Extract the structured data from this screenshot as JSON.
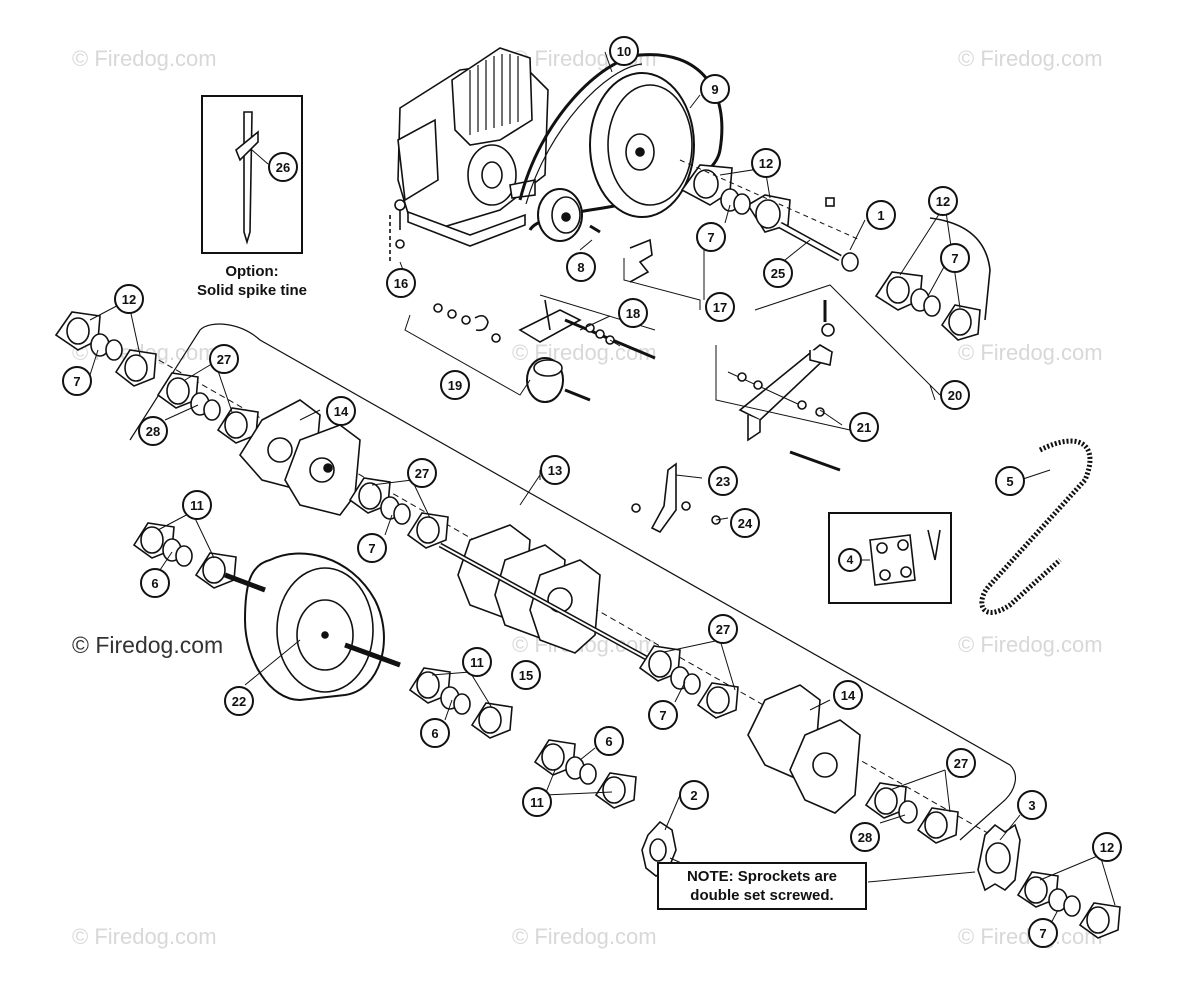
{
  "watermarks": {
    "site": "© Firedog.com"
  },
  "option_box": {
    "title": "Option:",
    "subtitle": "Solid spike tine"
  },
  "note": {
    "line1": "NOTE: Sprockets are",
    "line2": "double set screwed."
  },
  "callouts": [
    "1",
    "2",
    "3",
    "4",
    "5",
    "6",
    "7",
    "8",
    "9",
    "10",
    "11",
    "12",
    "13",
    "14",
    "15",
    "16",
    "17",
    "18",
    "19",
    "20",
    "21",
    "22",
    "23",
    "24",
    "25",
    "26",
    "27",
    "28"
  ]
}
